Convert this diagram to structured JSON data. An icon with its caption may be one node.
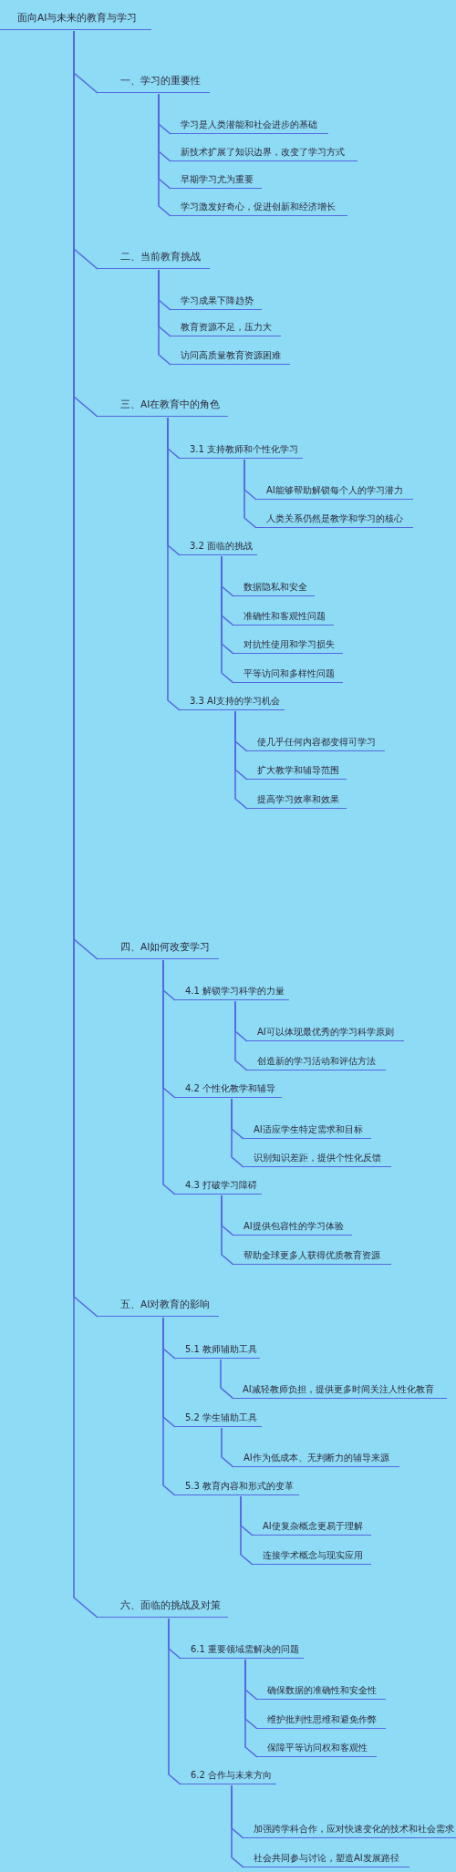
{
  "diagram": {
    "nodes": [
      {
        "text": [
          "面向AI与未来的教育与学习"
        ]
      },
      {
        "text": [
          "一、学习的重要性"
        ]
      },
      {
        "text": [
          "学习是人类潜能和社会进步的基础"
        ]
      },
      {
        "text": [
          "新技术扩展了知识边界，改变了学习方式"
        ]
      },
      {
        "text": [
          "早期学习尤为重要"
        ]
      },
      {
        "text": [
          "学习激发好奇心，促进创新和经济增长"
        ]
      },
      {
        "text": [
          "二、当前教育挑战"
        ]
      },
      {
        "text": [
          "学习成果下降趋势"
        ]
      },
      {
        "text": [
          "教育资源不足，压力大"
        ]
      },
      {
        "text": [
          "访问高质量教育资源困难"
        ]
      },
      {
        "text": [
          "三、AI在教育中的角色"
        ]
      },
      {
        "text": [
          "3.1 支持教师和个性化学习"
        ]
      },
      {
        "text": [
          "AI能够帮助解锁每个人的学习潜力"
        ]
      },
      {
        "text": [
          "人类关系仍然是教学和学习的核心"
        ]
      },
      {
        "text": [
          "3.2 面临的挑战"
        ]
      },
      {
        "text": [
          "数据隐私和安全"
        ]
      },
      {
        "text": [
          "准确性和客观性问题"
        ]
      },
      {
        "text": [
          "对抗性使用和学习损失"
        ]
      },
      {
        "text": [
          "平等访问和多样性问题"
        ]
      },
      {
        "text": [
          "3.3 AI支持的学习机会"
        ]
      },
      {
        "text": [
          "使几乎任何内容都变得可学习"
        ]
      },
      {
        "text": [
          "扩大教学和辅导范围"
        ]
      },
      {
        "text": [
          "提高学习效率和效果"
        ]
      },
      {
        "text": [
          "四、AI如何改变学习"
        ]
      },
      {
        "text": [
          "4.1 解锁学习科学的力量"
        ]
      },
      {
        "text": [
          "AI可以体现最优秀的学习科学原则"
        ]
      },
      {
        "text": [
          "创造新的学习活动和评估方法"
        ]
      },
      {
        "text": [
          "4.2 个性化教学和辅导"
        ]
      },
      {
        "text": [
          "AI适应学生特定需求和目标"
        ]
      },
      {
        "text": [
          "识别知识差距，提供个性化反馈"
        ]
      },
      {
        "text": [
          "4.3 打破学习障碍"
        ]
      },
      {
        "text": [
          "AI提供包容性的学习体验"
        ]
      },
      {
        "text": [
          "帮助全球更多人获得优质教育资源"
        ]
      },
      {
        "text": [
          "五、AI对教育的影响"
        ]
      },
      {
        "text": [
          "5.1 教师辅助工具"
        ]
      },
      {
        "text": [
          "AI减轻教师负担，提供更多时间关注人性化教育"
        ]
      },
      {
        "text": [
          "5.2 学生辅助工具"
        ]
      },
      {
        "text": [
          "AI作为低成本、无判断力的辅导来源"
        ]
      },
      {
        "text": [
          "5.3 教育内容和形式的变革"
        ]
      },
      {
        "text": [
          "AI使复杂概念更易于理解"
        ]
      },
      {
        "text": [
          "连接学术概念与现实应用"
        ]
      },
      {
        "text": [
          "六、面临的挑战及对策"
        ]
      },
      {
        "text": [
          "6.1 重要领域需解决的问题"
        ]
      },
      {
        "text": [
          "确保数据的准确性和安全性"
        ]
      },
      {
        "text": [
          "维护批判性思维和避免作弊"
        ]
      },
      {
        "text": [
          "保障平等访问权和客观性"
        ]
      },
      {
        "text": [
          "6.2 合作与未来方向"
        ]
      },
      {
        "text": [
          "加强跨学科合作，应对快速变化的技术和社会需求"
        ]
      },
      {
        "text": [
          "社会共同参与讨论，塑造AI发展路径"
        ]
      }
    ],
    "edges": [
      {
        "from": 0,
        "to": 1,
        "arrow": "none"
      },
      {
        "from": 1,
        "to": 2,
        "arrow": "none"
      },
      {
        "from": 1,
        "to": 3,
        "arrow": "none"
      },
      {
        "from": 1,
        "to": 4,
        "arrow": "none"
      },
      {
        "from": 1,
        "to": 5,
        "arrow": "none"
      },
      {
        "from": 0,
        "to": 6,
        "arrow": "none"
      },
      {
        "from": 6,
        "to": 7,
        "arrow": "none"
      },
      {
        "from": 6,
        "to": 8,
        "arrow": "none"
      },
      {
        "from": 6,
        "to": 9,
        "arrow": "none"
      },
      {
        "from": 0,
        "to": 10,
        "arrow": "none"
      },
      {
        "from": 10,
        "to": 11,
        "arrow": "none"
      },
      {
        "from": 11,
        "to": 12,
        "arrow": "none"
      },
      {
        "from": 11,
        "to": 13,
        "arrow": "none"
      },
      {
        "from": 10,
        "to": 14,
        "arrow": "none"
      },
      {
        "from": 14,
        "to": 15,
        "arrow": "none"
      },
      {
        "from": 14,
        "to": 16,
        "arrow": "none"
      },
      {
        "from": 14,
        "to": 17,
        "arrow": "none"
      },
      {
        "from": 14,
        "to": 18,
        "arrow": "none"
      },
      {
        "from": 10,
        "to": 19,
        "arrow": "none"
      },
      {
        "from": 19,
        "to": 20,
        "arrow": "none"
      },
      {
        "from": 19,
        "to": 21,
        "arrow": "none"
      },
      {
        "from": 19,
        "to": 22,
        "arrow": "none"
      },
      {
        "from": 0,
        "to": 23,
        "arrow": "none"
      },
      {
        "from": 23,
        "to": 24,
        "arrow": "none"
      },
      {
        "from": 24,
        "to": 25,
        "arrow": "none"
      },
      {
        "from": 24,
        "to": 26,
        "arrow": "none"
      },
      {
        "from": 23,
        "to": 27,
        "arrow": "none"
      },
      {
        "from": 27,
        "to": 28,
        "arrow": "none"
      },
      {
        "from": 27,
        "to": 29,
        "arrow": "none"
      },
      {
        "from": 23,
        "to": 30,
        "arrow": "none"
      },
      {
        "from": 30,
        "to": 31,
        "arrow": "none"
      },
      {
        "from": 30,
        "to": 32,
        "arrow": "none"
      },
      {
        "from": 0,
        "to": 33,
        "arrow": "none"
      },
      {
        "from": 33,
        "to": 34,
        "arrow": "none"
      },
      {
        "from": 34,
        "to": 35,
        "arrow": "none"
      },
      {
        "from": 33,
        "to": 36,
        "arrow": "none"
      },
      {
        "from": 36,
        "to": 37,
        "arrow": "none"
      },
      {
        "from": 33,
        "to": 38,
        "arrow": "none"
      },
      {
        "from": 38,
        "to": 39,
        "arrow": "none"
      },
      {
        "from": 38,
        "to": 40,
        "arrow": "none"
      },
      {
        "from": 0,
        "to": 41,
        "arrow": "none"
      },
      {
        "from": 41,
        "to": 42,
        "arrow": "none"
      },
      {
        "from": 42,
        "to": 43,
        "arrow": "none"
      },
      {
        "from": 42,
        "to": 44,
        "arrow": "none"
      },
      {
        "from": 42,
        "to": 45,
        "arrow": "none"
      },
      {
        "from": 41,
        "to": 46,
        "arrow": "none"
      },
      {
        "from": 46,
        "to": 47,
        "arrow": "none"
      },
      {
        "from": 46,
        "to": 48,
        "arrow": "none"
      }
    ]
  }
}
